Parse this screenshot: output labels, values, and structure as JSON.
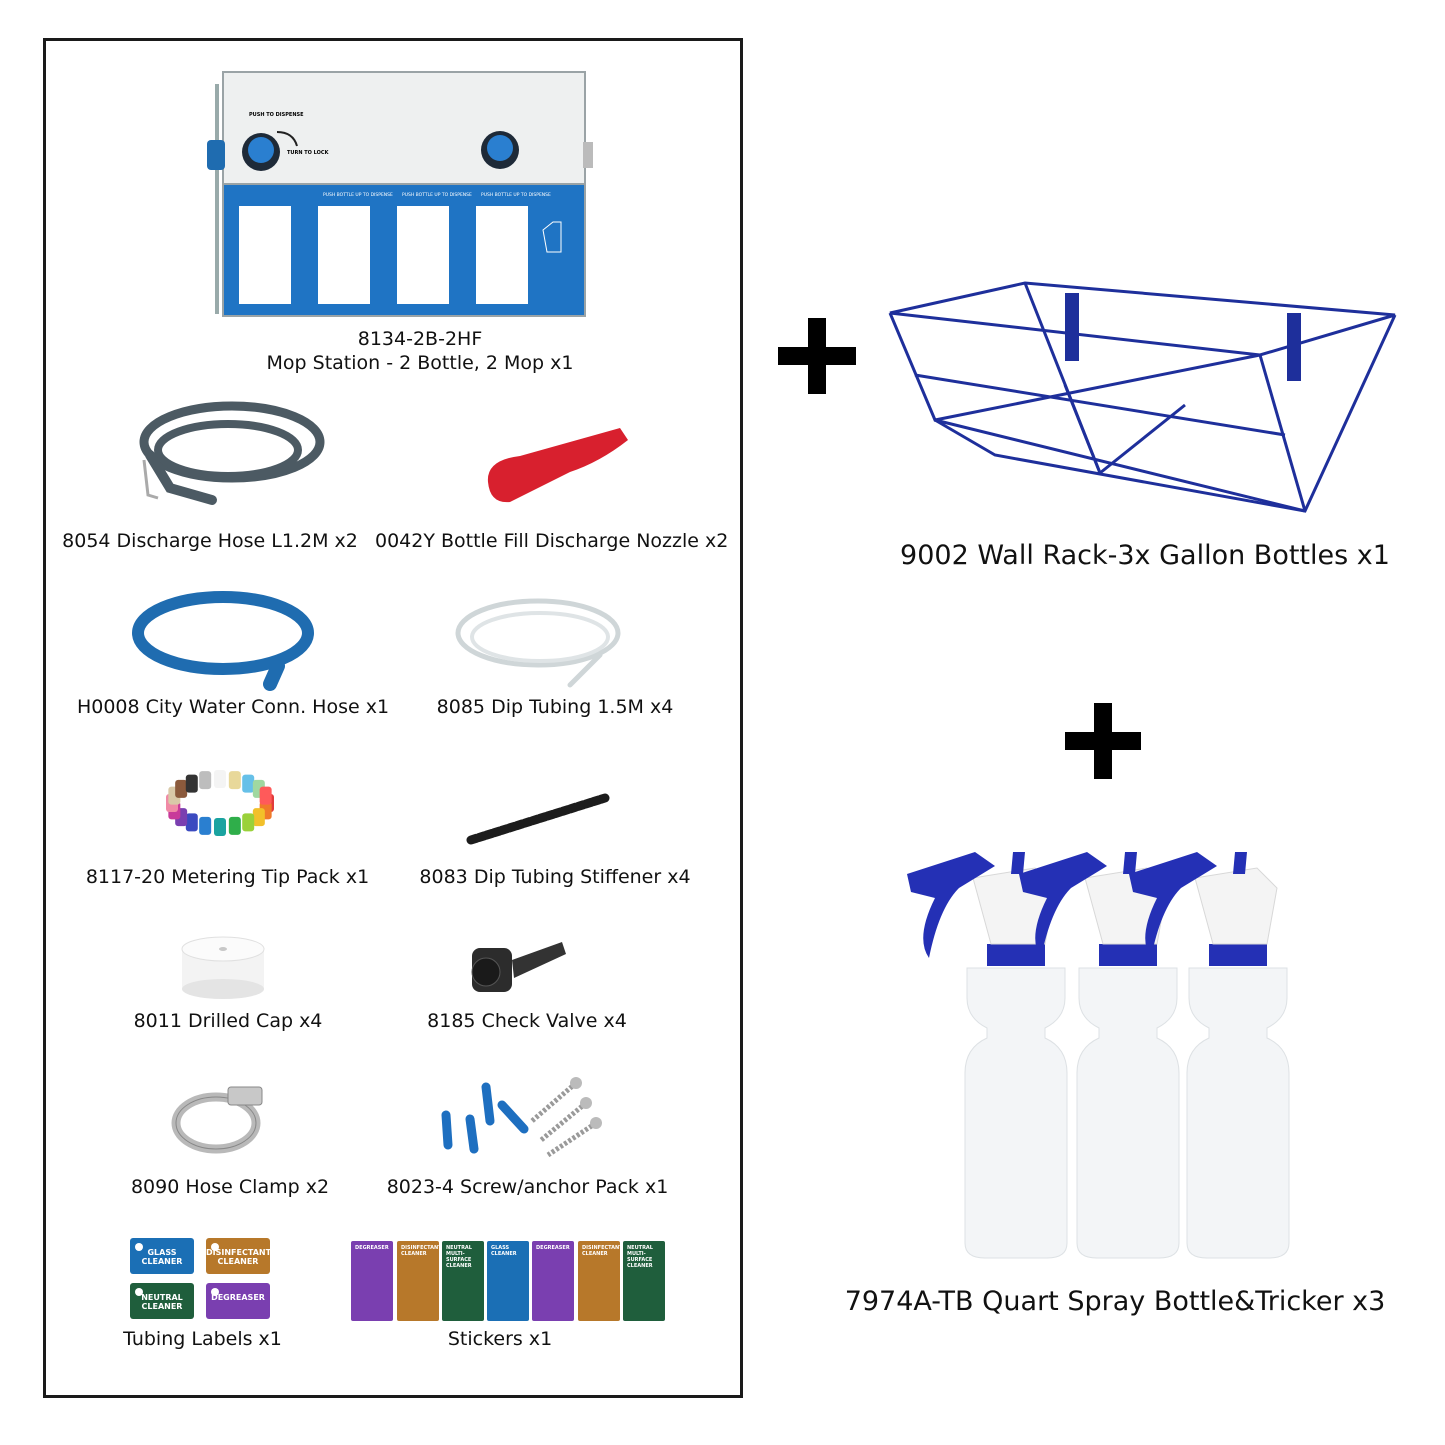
{
  "panel": {
    "mop_station": {
      "code": "8134-2B-2HF",
      "desc": "Mop Station - 2 Bottle, 2 Mop x1"
    },
    "station_text": {
      "push_dispense": "PUSH TO DISPENSE",
      "turn_lock": "TURN TO LOCK",
      "push_bottle": "PUSH BOTTLE UP TO DISPENSE"
    },
    "items": [
      {
        "label": "8054 Discharge Hose L1.2M x2"
      },
      {
        "label": "0042Y Bottle Fill Discharge Nozzle x2"
      },
      {
        "label": "H0008 City Water Conn. Hose x1"
      },
      {
        "label": "8085 Dip Tubing 1.5M x4"
      },
      {
        "label": "8117-20 Metering Tip Pack x1"
      },
      {
        "label": "8083 Dip Tubing Stiffener x4"
      },
      {
        "label": "8011 Drilled Cap x4"
      },
      {
        "label": "8185 Check Valve x4"
      },
      {
        "label": "8090 Hose Clamp x2"
      },
      {
        "label": "8023-4 Screw/anchor Pack x1"
      },
      {
        "label": "Tubing Labels x1"
      },
      {
        "label": "Stickers x1"
      }
    ],
    "tubing_labels": [
      {
        "text": "GLASS CLEANER",
        "color": "#1b6fb5"
      },
      {
        "text": "DISINFECTANT CLEANER",
        "color": "#b7782a"
      },
      {
        "text": "NEUTRAL CLEANER",
        "color": "#1f5e3c"
      },
      {
        "text": "DEGREASER",
        "color": "#7a3fb0"
      }
    ],
    "stickers": [
      {
        "text": "DEGREASER",
        "color": "#7a3fb0"
      },
      {
        "text": "DISINFECTANT CLEANER",
        "color": "#b7782a"
      },
      {
        "text": "NEUTRAL MULTI-SURFACE CLEANER",
        "color": "#1f5e3c"
      },
      {
        "text": "GLASS CLEANER",
        "color": "#1b6fb5"
      },
      {
        "text": "DEGREASER",
        "color": "#7a3fb0"
      },
      {
        "text": "DISINFECTANT CLEANER",
        "color": "#b7782a"
      },
      {
        "text": "NEUTRAL MULTI-SURFACE CLEANER",
        "color": "#1f5e3c"
      }
    ]
  },
  "right": {
    "rack_label": "9002 Wall Rack-3x Gallon Bottles x1",
    "bottles_label": "7974A-TB Quart Spray Bottle&Tricker x3"
  },
  "colors": {
    "station_blue": "#1f74c4",
    "rack_blue": "#1e2f9b",
    "trigger_blue": "#2430b5",
    "hose_gray": "#4c5a63",
    "hose_blue": "#1f6cb0",
    "nozzle_red": "#d8202e"
  }
}
